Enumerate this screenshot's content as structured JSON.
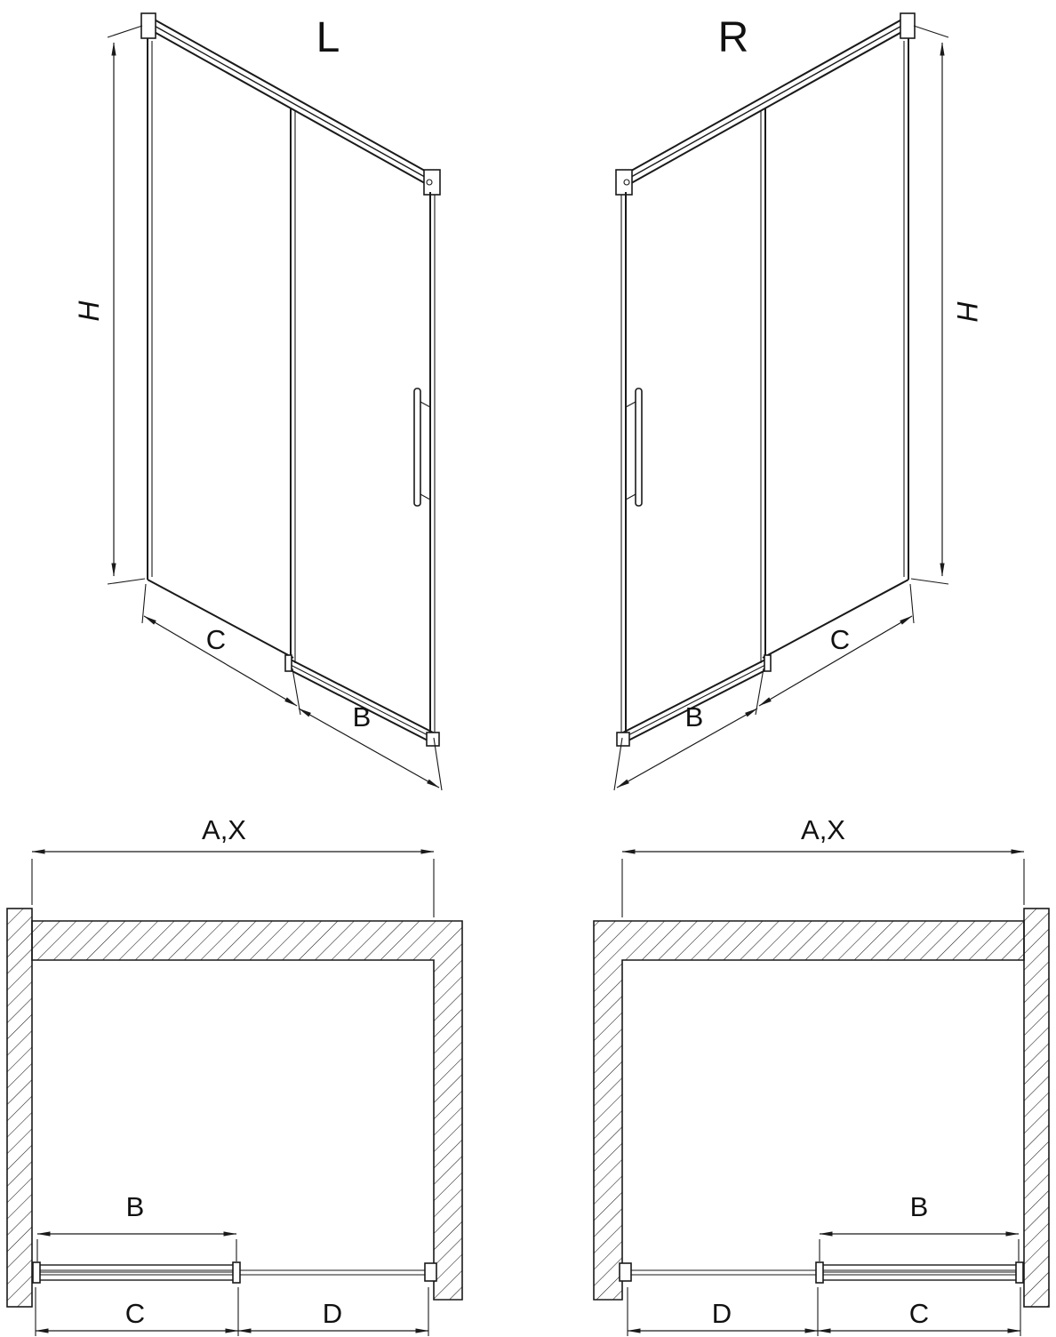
{
  "colors": {
    "line": "#1a1a1a",
    "background": "#ffffff"
  },
  "iso_left": {
    "label": "L",
    "dim_h": "H",
    "dim_c": "C",
    "dim_b": "B"
  },
  "iso_right": {
    "label": "R",
    "dim_h": "H",
    "dim_b": "B",
    "dim_c": "C"
  },
  "plan_left": {
    "dim_ax": "A,X",
    "dim_b": "B",
    "dim_c": "C",
    "dim_d": "D"
  },
  "plan_right": {
    "dim_ax": "A,X",
    "dim_b": "B",
    "dim_d": "D",
    "dim_c": "C"
  }
}
